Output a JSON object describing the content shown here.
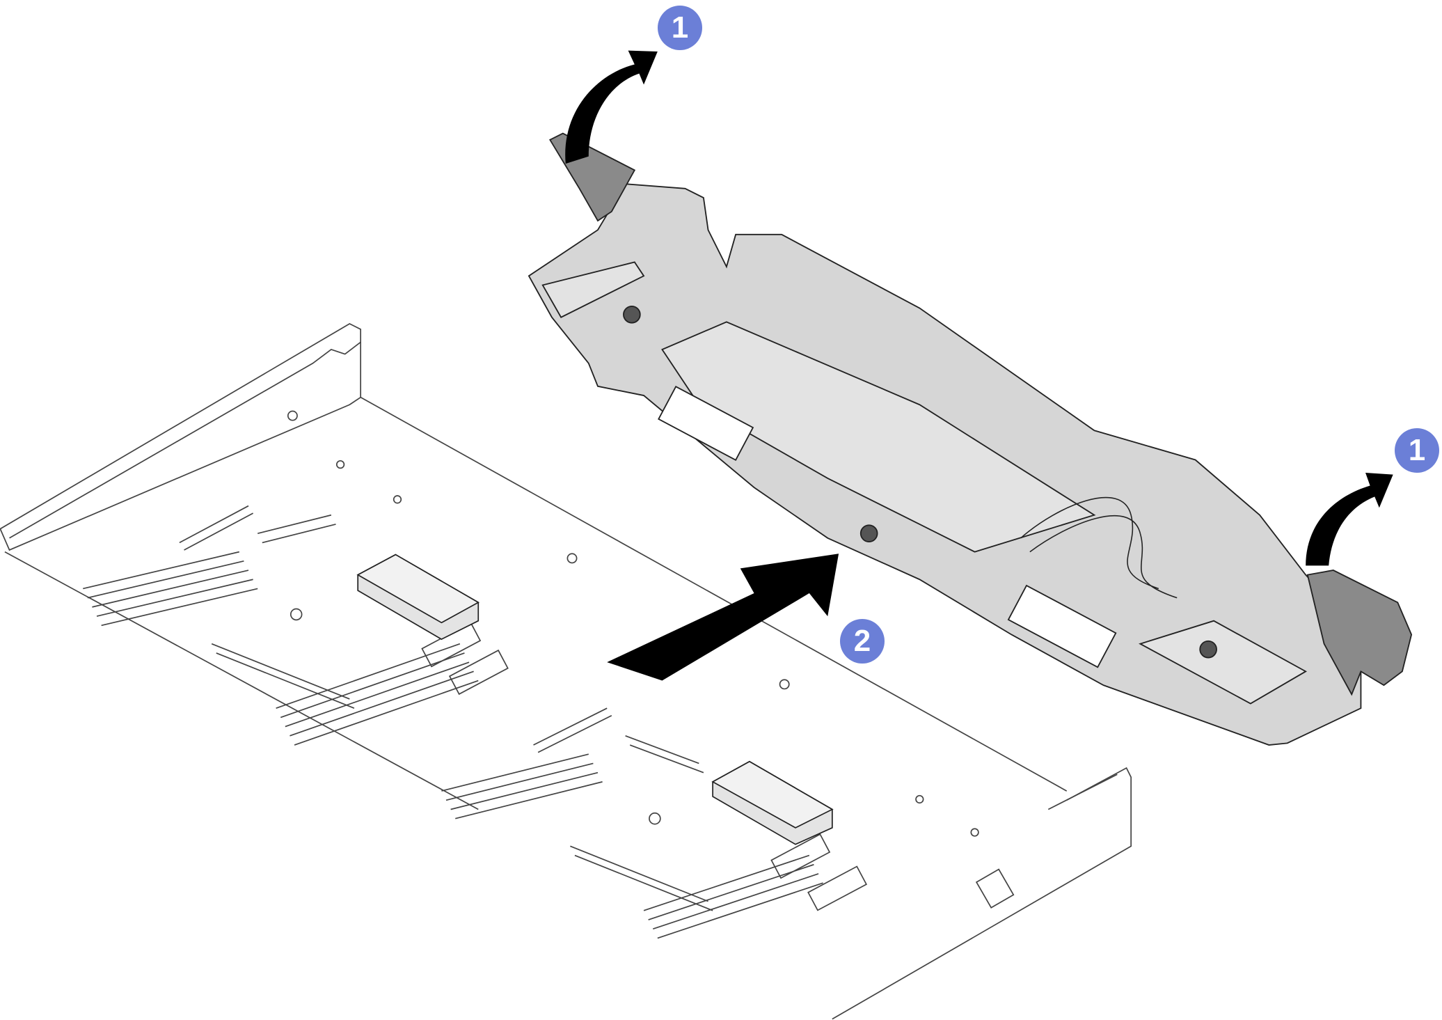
{
  "diagram": {
    "callouts": [
      {
        "label": "1",
        "meaning": "lift-lever-left"
      },
      {
        "label": "1",
        "meaning": "lift-lever-right"
      },
      {
        "label": "2",
        "meaning": "slide-tray"
      }
    ],
    "colors": {
      "callout": "#6b7fd7",
      "tray_fill": "#d6d6d6",
      "lever_fill": "#8a8a8a",
      "arrow": "#000000",
      "line": "#222222"
    }
  }
}
